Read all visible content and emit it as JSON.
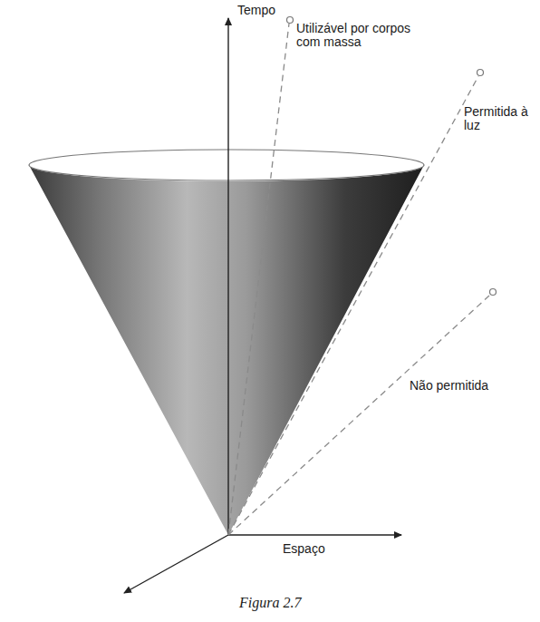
{
  "diagram": {
    "caption": "Figura 2.7",
    "labels": [
      "Tempo",
      "Utilizável por corpos com massa",
      "Permitida à luz",
      "Não permitida",
      "Espaço"
    ]
  }
}
